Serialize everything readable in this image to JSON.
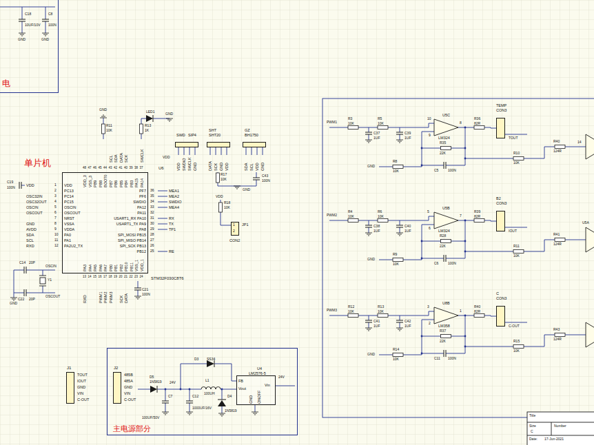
{
  "diagram": {
    "nodes": [
      {
        "text": [
          "电"
        ]
      },
      {
        "text": [
          "U6",
          "STM32F030C8T6"
        ]
      },
      {
        "text": [
          "SWD",
          "SIP4"
        ]
      },
      {
        "text": [
          "SHT",
          "SHT20"
        ]
      },
      {
        "text": [
          "GZ",
          "BH1750"
        ]
      },
      {
        "text": [
          "JP1",
          "CON2"
        ]
      },
      {
        "text": [
          "U5C",
          "LM324"
        ]
      },
      {
        "text": [
          "TEMP",
          "CON3"
        ]
      },
      {
        "text": [
          "U5B",
          "LM324"
        ]
      },
      {
        "text": [
          "B2",
          "CON3"
        ]
      },
      {
        "text": [
          "U8B",
          "LM358"
        ]
      },
      {
        "text": [
          "C",
          "CON3"
        ]
      },
      {
        "text": [
          "J1"
        ]
      },
      {
        "text": [
          "主电源部分"
        ]
      },
      {
        "text": [
          "J2"
        ],
        "in": 13
      },
      {
        "text": [
          "U4",
          "LM2576-5"
        ],
        "in": 13
      }
    ],
    "edges": [
      {
        "from": 6,
        "to": 7,
        "arrow": "none"
      },
      {
        "from": 8,
        "to": 9,
        "arrow": "none"
      },
      {
        "from": 10,
        "to": 11,
        "arrow": "none"
      }
    ],
    "labels": [
      "单片机",
      "VDD",
      "PC13",
      "PC14",
      "PC15",
      "OSCIN",
      "OSCOUT",
      "NRST",
      "VSSA",
      "VDDA",
      "PA0",
      "PA1",
      "PA2U2_TX",
      "1",
      "2",
      "3",
      "4",
      "5",
      "6",
      "7",
      "8",
      "9",
      "10",
      "11",
      "12",
      "VDD",
      "OSC32IN",
      "OSC32OUT",
      "OSCIN",
      "OSCOUT",
      "GND",
      "AVDD",
      "SDA",
      "SCL",
      "RXD",
      "PF7",
      "PF6",
      "SWDIO",
      "PA12",
      "PA11",
      "USART1_RX PA10",
      "USART1_TX PA9",
      "PA8",
      "SPI_MOSI PB15",
      "SPI_MISO PB14",
      "SPI_SCK PB13",
      "PB12",
      "36",
      "35",
      "34",
      "33",
      "32",
      "31",
      "30",
      "29",
      "28",
      "27",
      "26",
      "25",
      "MEA1",
      "MEA2",
      "SWDIO",
      "MEA4",
      "RX",
      "TX",
      "TP1",
      "RE",
      "VDD_3",
      "VSS_3",
      "PB9",
      "PB8",
      "BOOT0",
      "PB7",
      "PB6",
      "PB5",
      "PB4",
      "PB3",
      "PA15",
      "PA14",
      "48",
      "47",
      "46",
      "45",
      "44",
      "43",
      "42",
      "41",
      "40",
      "39",
      "38",
      "37",
      "SCL",
      "SDA",
      "DATA",
      "SCK",
      "SWCLK",
      "PA3",
      "PA4",
      "PA5",
      "PA6",
      "PA7",
      "PB0",
      "PB1",
      "PB2",
      "PB10",
      "PB11",
      "VSS_1",
      "VDD_1",
      "13",
      "14",
      "15",
      "16",
      "17",
      "18",
      "19",
      "20",
      "21",
      "22",
      "23",
      "24",
      "RXD",
      "PWM1",
      "PWM2",
      "PWM3",
      "SCK",
      "DATA",
      "R11",
      "10K",
      "R13",
      "1K",
      "LED1",
      "GND",
      "GND",
      "C19",
      "100N",
      "C14",
      "20P",
      "C22",
      "20P",
      "Y1",
      "OSCIN",
      "OSCOUT",
      "GND",
      "C21",
      "100N",
      "VDD",
      "VDD",
      "SWDIO",
      "SWCLK",
      "GND",
      "DATA",
      "SCK",
      "GND",
      "VDD",
      "SDA",
      "SCL",
      "VDD",
      "GND",
      "R17",
      "10K",
      "C43",
      "100N",
      "GND",
      "VDD",
      "R18",
      "10K",
      "1",
      "2",
      "PWM1",
      "R3",
      "10K",
      "C37",
      "1UF",
      "R5",
      "10K",
      "C39",
      "1UF",
      "10",
      "9",
      "8",
      "R35",
      "22K",
      "C5",
      "100N",
      "R8",
      "10K",
      "GND",
      "R36",
      "82R",
      "TOUT",
      "R10",
      "10K",
      "R40",
      "124R",
      "14",
      "PWM2",
      "R4",
      "10K",
      "C38",
      "1UF",
      "R6",
      "10K",
      "C40",
      "1UF",
      "5",
      "6",
      "7",
      "R28",
      "22K",
      "C6",
      "100N",
      "R9",
      "10K",
      "GND",
      "R39",
      "82R",
      "IOUT",
      "R11",
      "10K",
      "R41",
      "124R",
      "U5A",
      "PWM3",
      "R12",
      "10K",
      "C41",
      "1UF",
      "R13",
      "10K",
      "C42",
      "1UF",
      "3",
      "2",
      "1",
      "R37",
      "22K",
      "C11",
      "100N",
      "R14",
      "10K",
      "GND",
      "R40",
      "82R",
      "C-OUT",
      "R15",
      "10K",
      "R43",
      "124R",
      "D3",
      "SS34",
      "L1",
      "100UH",
      "D5",
      "1N5819",
      "24V",
      "C7",
      "100UF/50V",
      "C12",
      "1000UF/16V",
      "D4",
      "1N5819",
      "24V",
      "FB",
      "Vout",
      "Vin",
      "GND",
      "ONOFF",
      "TOUT",
      "IOUT",
      "GND",
      "VIN",
      "C-OUT",
      "485B",
      "485A",
      "GND",
      "VIN",
      "C-OUT",
      "C18",
      "10UF/10V",
      "C8",
      "100N",
      "GND",
      "GND",
      "Title",
      "Size",
      "C",
      "Number",
      "Date:",
      "17-Jun-2021"
    ]
  }
}
